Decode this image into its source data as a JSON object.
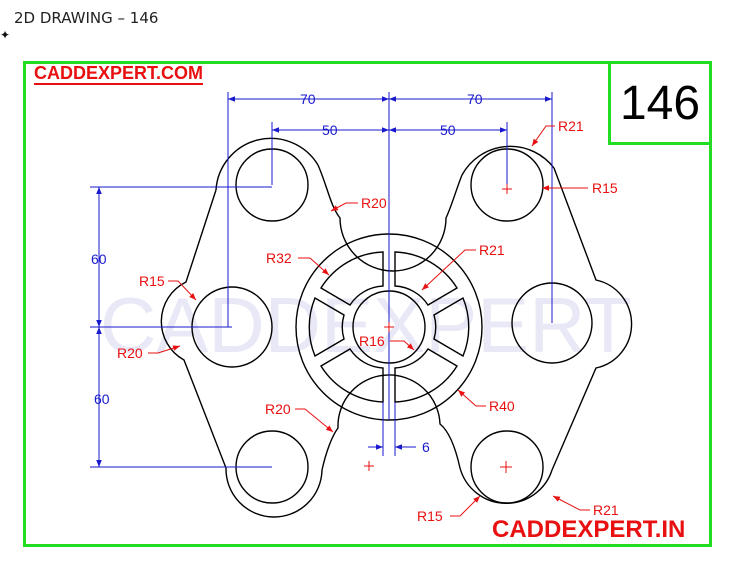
{
  "window_title": "2D DRAWING – 146",
  "drawing_number": "146",
  "brand_top": "CADDEXPERT.COM",
  "brand_bottom": "CADDEXPERT.IN",
  "watermark": "CADDEXPERT",
  "dimensions": {
    "top_left_70": "70",
    "top_right_70": "70",
    "top_left_50": "50",
    "top_right_50": "50",
    "left_upper_60": "60",
    "left_lower_60": "60",
    "gap_6": "6"
  },
  "radii": {
    "r21_top": "R21",
    "r15_top": "R15",
    "r20_top": "R20",
    "r32": "R32",
    "r21_center": "R21",
    "r15_left": "R15",
    "r20_left": "R20",
    "r16": "R16",
    "r20_bottom": "R20",
    "r40": "R40",
    "r15_bottom": "R15",
    "r21_bottom": "R21"
  },
  "colors": {
    "frame": "#22dd22",
    "brand": "#e81010",
    "dimension": "#1a1acc",
    "outline": "#000000"
  }
}
